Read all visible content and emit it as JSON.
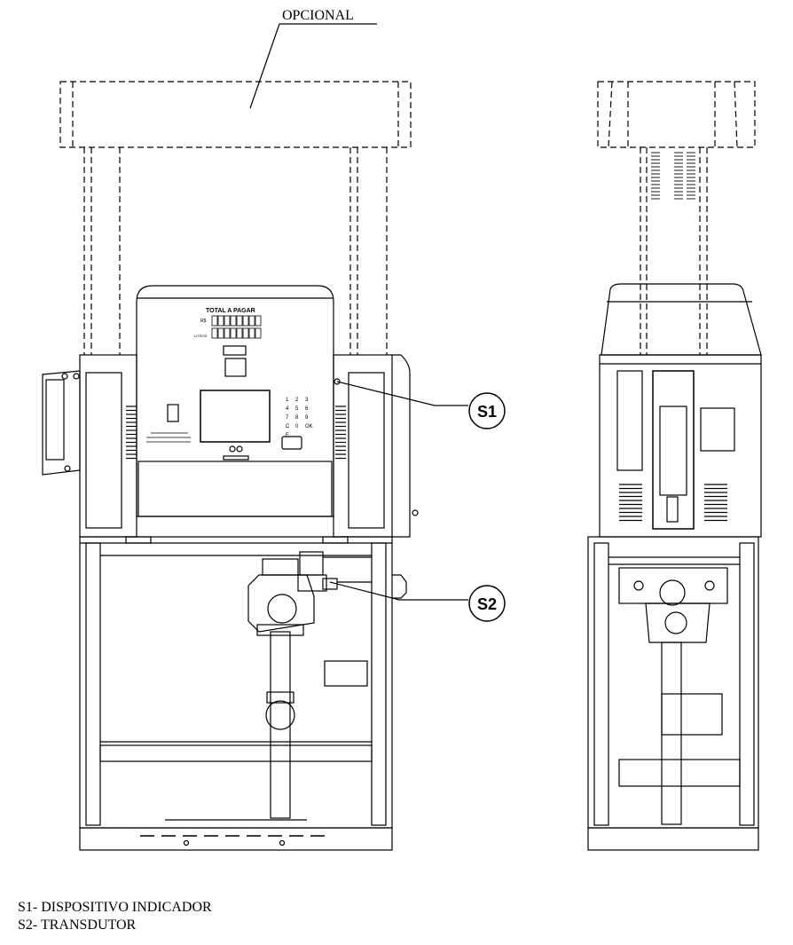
{
  "caption": "OPCIONAL",
  "display": {
    "title": "TOTAL A PAGAR",
    "currency_label": "R$",
    "volume_label": "LITROS"
  },
  "callouts": [
    {
      "label": "S1",
      "desc": "S1- DISPOSITIVO INDICADOR"
    },
    {
      "label": "S2",
      "desc": "S2- TRANSDUTOR"
    }
  ],
  "keypad": [
    "1",
    "2",
    "3",
    "4",
    "5",
    "6",
    "7",
    "8",
    "9",
    "C",
    "0",
    "OK",
    "F"
  ]
}
